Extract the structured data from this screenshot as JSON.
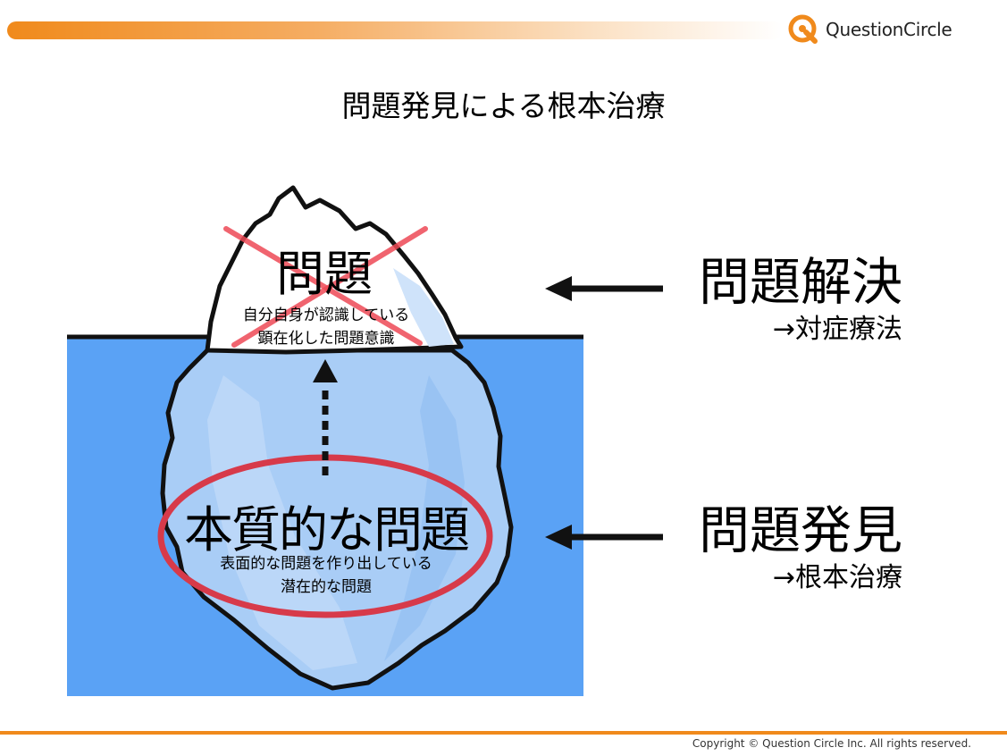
{
  "header": {
    "brand_name": "QuestionCircle"
  },
  "slide": {
    "title": "問題発見による根本治療"
  },
  "iceberg": {
    "tip_label": "問題",
    "tip_sub_1": "自分自身が認識している",
    "tip_sub_2": "顕在化した問題意識",
    "base_label": "本質的な問題",
    "base_sub_1": "表面的な問題を作り出している",
    "base_sub_2": "潜在的な問題"
  },
  "right": {
    "top_heading": "問題解決",
    "top_sub": "→対症療法",
    "bottom_heading": "問題発見",
    "bottom_sub": "→根本治療"
  },
  "footer": {
    "copyright": "Copyright © Question Circle Inc. All rights reserved."
  },
  "colors": {
    "accent": "#f08a1c",
    "water": "#5aa2f5",
    "ice": "#a9cdf6",
    "cross": "#ee4a56",
    "ellipse": "#d73a4a"
  }
}
